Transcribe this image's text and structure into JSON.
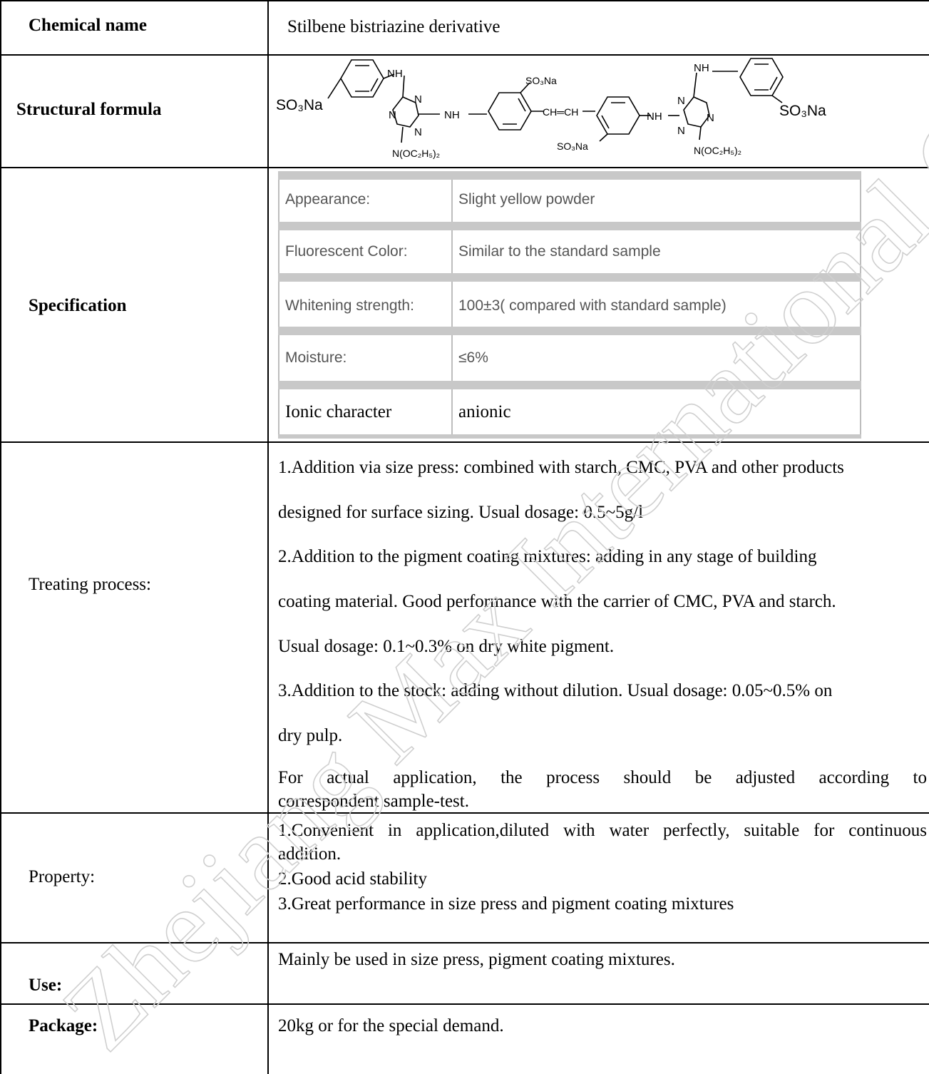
{
  "rows": {
    "chemical_name": {
      "label": "Chemical name",
      "value": "Stilbene bistriazine derivative"
    },
    "structural_formula": {
      "label": "Structural formula",
      "atoms": {
        "so3na_left": "SO₃Na",
        "nh_left_top": "NH",
        "n1": "N",
        "n2": "N",
        "n3": "N",
        "nh_mid_left": "NH",
        "so3na_top": "SO₃Na",
        "ch_ch": "CH═CH",
        "so3na_bottom": "SO₃Na",
        "nh_mid_right": "NH",
        "n4": "N",
        "n5": "N",
        "n6": "N",
        "nh_right_top": "NH",
        "so3na_right": "SO₃Na",
        "amine_left": "N(OC₂H₅)₂",
        "amine_right": "N(OC₂H₅)₂"
      }
    },
    "specification": {
      "label": "Specification",
      "items": [
        {
          "name": "Appearance:",
          "value": "Slight yellow powder"
        },
        {
          "name": "Fluorescent Color:",
          "value": "Similar to the standard sample"
        },
        {
          "name": "Whitening strength:",
          "value": "100±3( compared with standard sample)"
        },
        {
          "name": "Moisture:",
          "value": "≤6%"
        },
        {
          "name": "Ionic character",
          "value": "anionic"
        }
      ]
    },
    "treating_process": {
      "label": "Treating process:",
      "lines": [
        "1.Addition via size press: combined with starch, CMC, PVA and other products",
        "designed for surface sizing. Usual dosage: 0.5~5g/l",
        "2.Addition to the pigment coating mixtures: adding in any stage of building",
        "coating material. Good performance with the carrier of CMC, PVA and starch.",
        "Usual dosage: 0.1~0.3% on dry white pigment.",
        "3.Addition to the stock: adding without dilution. Usual dosage: 0.05~0.5% on",
        "dry pulp."
      ],
      "note_words": [
        "For",
        "actual",
        "application,",
        "the",
        "process",
        "should",
        "be",
        "adjusted",
        "according",
        "to"
      ],
      "note_line2": "correspondent sample-test."
    },
    "property": {
      "label": "Property:",
      "line1_words": [
        "1.Convenient",
        "in",
        "application,diluted",
        "with",
        "water",
        "perfectly,",
        "suitable",
        "for",
        "continuous"
      ],
      "lines": [
        "addition.",
        "2.Good acid stability",
        "3.Great performance in size press and pigment coating mixtures"
      ]
    },
    "use": {
      "label": "Use:",
      "value": "Mainly be used in size press, pigment coating mixtures."
    },
    "package": {
      "label": "Package:",
      "value": "20kg or for the special demand."
    }
  },
  "watermark": "Zhejiang Max International Co., Ltd"
}
